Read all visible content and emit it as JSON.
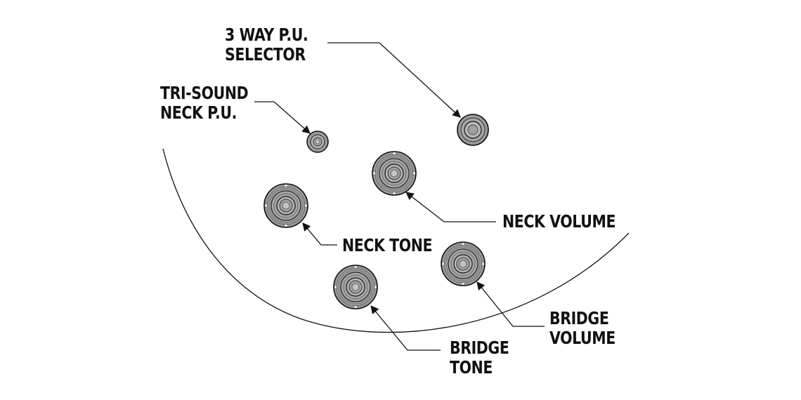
{
  "labels": {
    "selector_line1": "3 WAY P.U.",
    "selector_line2": "SELECTOR",
    "trisound_line1": "TRI-SOUND",
    "trisound_line2": "NECK P.U.",
    "neck_volume": "NECK VOLUME",
    "neck_tone": "NECK TONE",
    "bridge_volume_line1": "BRIDGE",
    "bridge_volume_line2": "VOLUME",
    "bridge_tone_line1": "BRIDGE",
    "bridge_tone_line2": "TONE"
  },
  "colors": {
    "ink": "#111111",
    "knob_fill": "#9a9a9a",
    "knob_ring": "#b8b8b8",
    "background": "#ffffff"
  },
  "icons": {
    "large_knob": "control-knob-icon",
    "small_knob": "switch-knob-icon"
  }
}
